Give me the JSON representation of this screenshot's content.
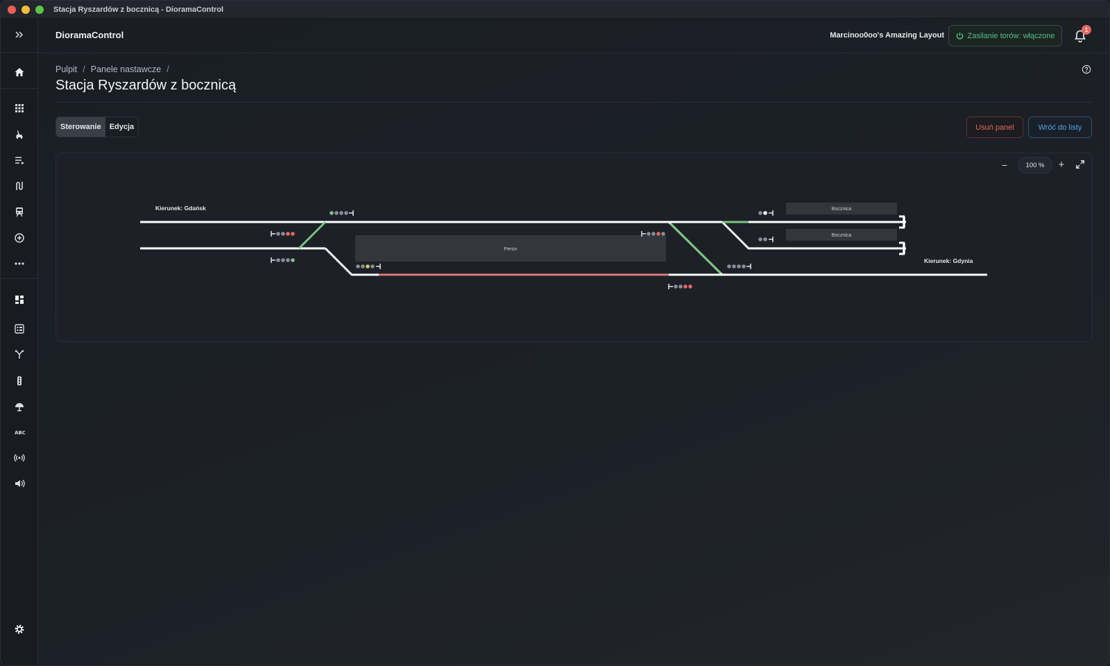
{
  "window": {
    "title": "Stacja Ryszardów z bocznicą - DioramaControl"
  },
  "header": {
    "brand": "DioramaControl",
    "layout_name": "Marcinoo0oo's Amazing Layout",
    "power_label": "Zasilanie torów: włączone",
    "notification_count": "1"
  },
  "breadcrumb": {
    "items": [
      "Pulpit",
      "Panele nastawcze"
    ],
    "separator": "/"
  },
  "page": {
    "title": "Stacja Ryszardów z bocznicą"
  },
  "modes": {
    "control": "Sterowanie",
    "edit": "Edycja",
    "active": "control"
  },
  "actions": {
    "delete": "Usuń panel",
    "back": "Wróć do listy"
  },
  "canvas": {
    "zoom": "100 %",
    "labels": {
      "dir_left": "Kierunek: Gdańsk",
      "dir_right": "Kierunek: Gdynia",
      "platform": "Peron",
      "siding_1": "Bocznica",
      "siding_2": "Bocznica"
    }
  },
  "colors": {
    "track": "#ffffff",
    "route_green": "#7cc47f",
    "route_red": "#e07a76",
    "signal_off": "#8a8e96",
    "signal_green": "#7cc47f",
    "signal_red": "#e06a62",
    "signal_yellow": "#e0c35a",
    "accent_blue": "#4fa6e8"
  },
  "sidebar": {
    "items": [
      "expand-icon",
      "home-icon",
      "apps-grid-icon",
      "locomotive-icon",
      "playlist-icon",
      "route-icon",
      "train-icon",
      "automation-icon",
      "more-dots-icon",
      "dashboard-icon",
      "panel-icon",
      "turnout-icon",
      "signal-icon",
      "accessory-icon",
      "abc-icon",
      "broadcast-icon",
      "sound-icon",
      "settings-icon"
    ]
  }
}
